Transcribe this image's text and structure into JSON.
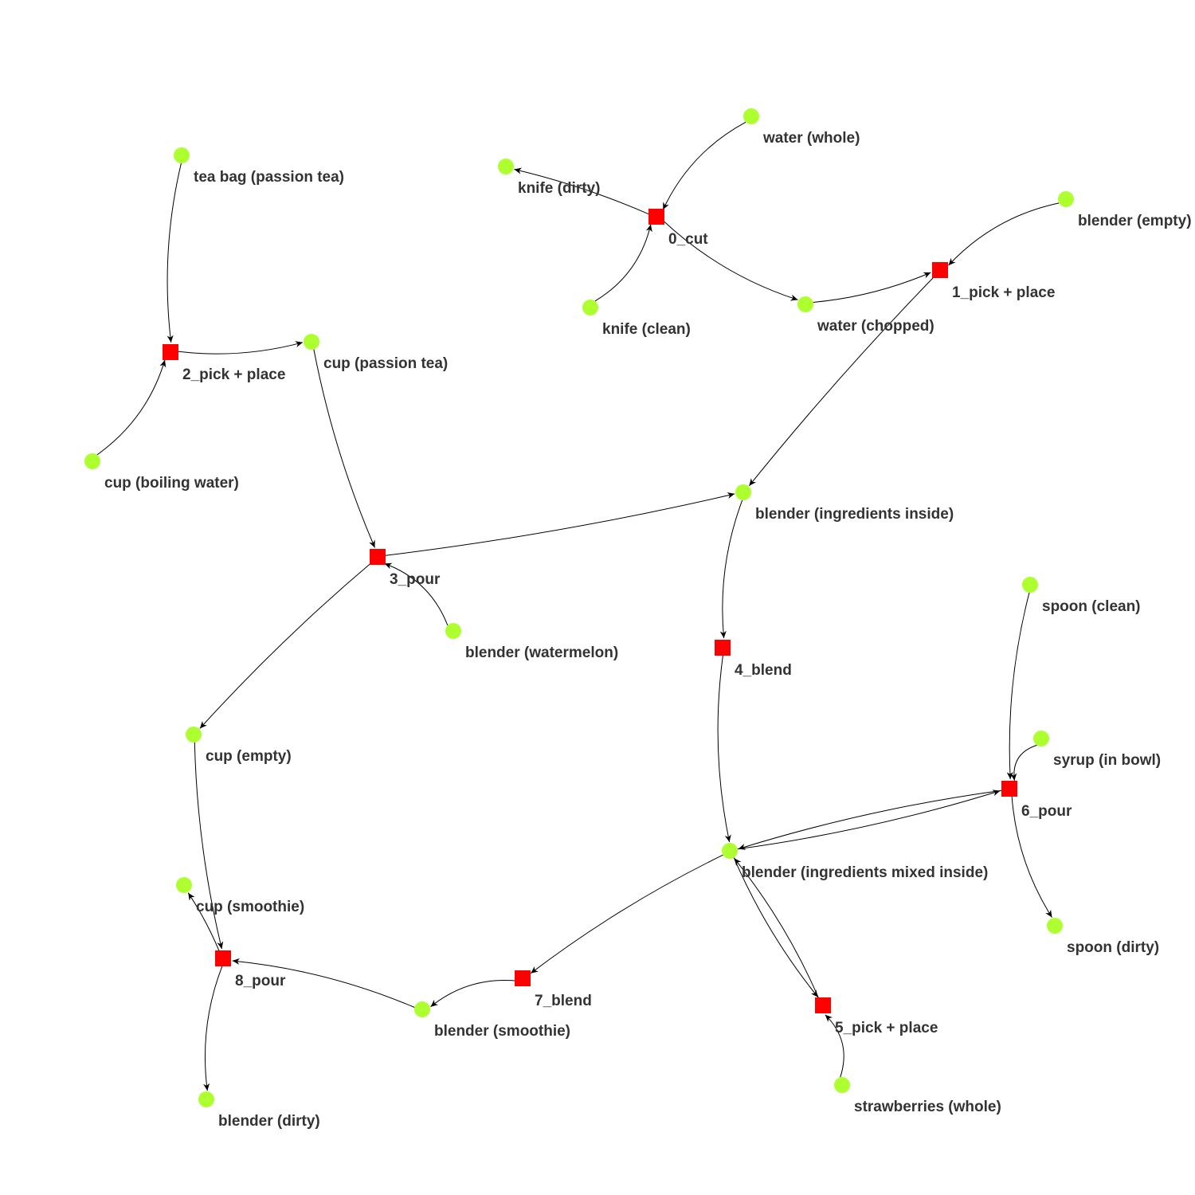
{
  "colors": {
    "state_node": "#adff2f",
    "action_node": "#ff0000",
    "edge": "#000000",
    "label": "#333333"
  },
  "states": [
    {
      "id": "s_water_whole",
      "label": "water (whole)"
    },
    {
      "id": "s_knife_dirty",
      "label": "knife (dirty)"
    },
    {
      "id": "s_blender_empty",
      "label": "blender (empty)"
    },
    {
      "id": "s_knife_clean",
      "label": "knife (clean)"
    },
    {
      "id": "s_water_chopped",
      "label": "water (chopped)"
    },
    {
      "id": "s_tea_bag",
      "label": "tea bag (passion tea)"
    },
    {
      "id": "s_cup_passion",
      "label": "cup (passion tea)"
    },
    {
      "id": "s_cup_boiling",
      "label": "cup (boiling water)"
    },
    {
      "id": "s_blender_ingr",
      "label": "blender (ingredients inside)"
    },
    {
      "id": "s_blender_melon",
      "label": "blender (watermelon)"
    },
    {
      "id": "s_spoon_clean",
      "label": "spoon (clean)"
    },
    {
      "id": "s_cup_empty",
      "label": "cup (empty)"
    },
    {
      "id": "s_syrup",
      "label": "syrup (in bowl)"
    },
    {
      "id": "s_blender_mixed",
      "label": "blender (ingredients mixed inside)"
    },
    {
      "id": "s_cup_smoothie",
      "label": "cup (smoothie)"
    },
    {
      "id": "s_spoon_dirty",
      "label": "spoon (dirty)"
    },
    {
      "id": "s_blender_smoothie",
      "label": "blender (smoothie)"
    },
    {
      "id": "s_strawberries",
      "label": "strawberries (whole)"
    },
    {
      "id": "s_blender_dirty",
      "label": "blender (dirty)"
    }
  ],
  "actions": [
    {
      "id": "a0",
      "label": "0_cut"
    },
    {
      "id": "a1",
      "label": "1_pick + place"
    },
    {
      "id": "a2",
      "label": "2_pick + place"
    },
    {
      "id": "a3",
      "label": "3_pour"
    },
    {
      "id": "a4",
      "label": "4_blend"
    },
    {
      "id": "a5",
      "label": "5_pick + place"
    },
    {
      "id": "a6",
      "label": "6_pour"
    },
    {
      "id": "a7",
      "label": "7_blend"
    },
    {
      "id": "a8",
      "label": "8_pour"
    }
  ],
  "edges": [
    {
      "from": "s_water_whole",
      "to": "a0"
    },
    {
      "from": "s_knife_clean",
      "to": "a0"
    },
    {
      "from": "a0",
      "to": "s_knife_dirty"
    },
    {
      "from": "a0",
      "to": "s_water_chopped"
    },
    {
      "from": "s_blender_empty",
      "to": "a1"
    },
    {
      "from": "s_water_chopped",
      "to": "a1"
    },
    {
      "from": "a1",
      "to": "s_blender_ingr"
    },
    {
      "from": "s_tea_bag",
      "to": "a2"
    },
    {
      "from": "s_cup_boiling",
      "to": "a2"
    },
    {
      "from": "a2",
      "to": "s_cup_passion"
    },
    {
      "from": "s_cup_passion",
      "to": "a3"
    },
    {
      "from": "s_blender_melon",
      "to": "a3"
    },
    {
      "from": "a3",
      "to": "s_blender_ingr"
    },
    {
      "from": "a3",
      "to": "s_cup_empty"
    },
    {
      "from": "s_blender_ingr",
      "to": "a4"
    },
    {
      "from": "a4",
      "to": "s_blender_mixed"
    },
    {
      "from": "s_blender_mixed",
      "to": "a5"
    },
    {
      "from": "a5",
      "to": "s_blender_mixed"
    },
    {
      "from": "s_strawberries",
      "to": "a5"
    },
    {
      "from": "s_blender_mixed",
      "to": "a6"
    },
    {
      "from": "a6",
      "to": "s_blender_mixed"
    },
    {
      "from": "s_spoon_clean",
      "to": "a6"
    },
    {
      "from": "s_syrup",
      "to": "a6"
    },
    {
      "from": "a6",
      "to": "s_spoon_dirty"
    },
    {
      "from": "s_blender_mixed",
      "to": "a7"
    },
    {
      "from": "a7",
      "to": "s_blender_smoothie"
    },
    {
      "from": "s_blender_smoothie",
      "to": "a8"
    },
    {
      "from": "s_cup_empty",
      "to": "a8"
    },
    {
      "from": "a8",
      "to": "s_cup_smoothie"
    },
    {
      "from": "a8",
      "to": "s_blender_dirty"
    }
  ]
}
